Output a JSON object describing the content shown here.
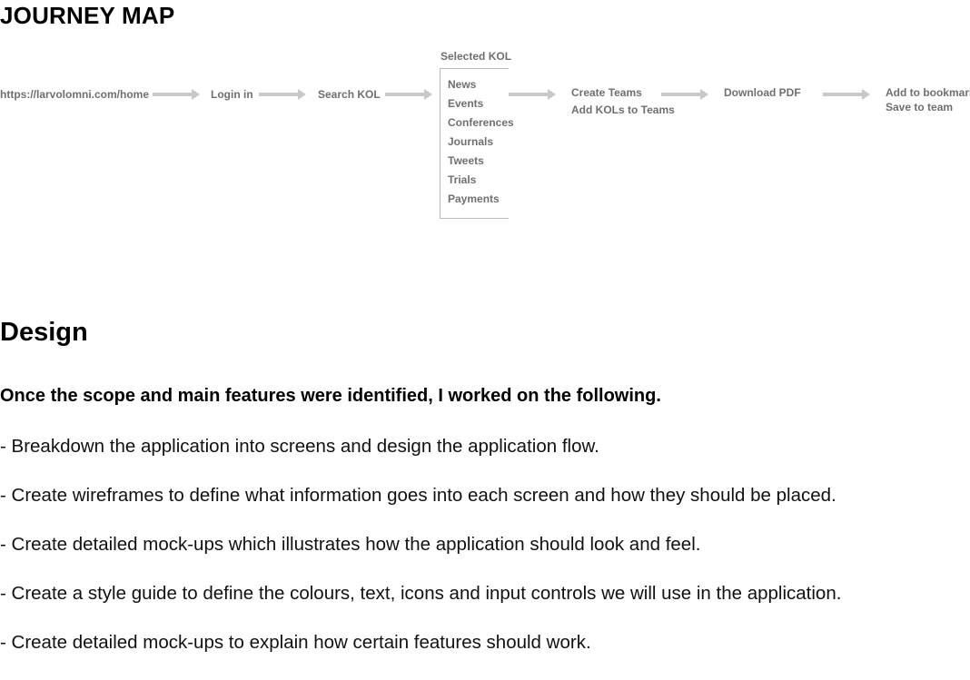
{
  "journey": {
    "title": "JOURNEY MAP",
    "steps": {
      "url": "https://larvolomni.com/home",
      "login": "Login in",
      "search": "Search KOL",
      "teams_1": "Create Teams",
      "teams_2": "Add KOLs to Teams",
      "download": "Download PDF",
      "bookmark_1": "Add to bookmark",
      "bookmark_2": "Save to team"
    },
    "selected_kol": {
      "title": "Selected KOL",
      "items": [
        "News",
        "Events",
        "Conferences",
        "Journals",
        "Tweets",
        "Trials",
        "Payments"
      ]
    },
    "colors": {
      "arrow": "#c8c8c8",
      "step_text": "#6f6f6f",
      "box_border": "#b9b9b9"
    }
  },
  "design": {
    "title": "Design",
    "lead": "Once the scope and main features were identified, I worked on the following.",
    "bullets": [
      "- Breakdown the application into screens and design the application flow.",
      "- Create wireframes to define what information goes into each screen and how they should be placed.",
      "- Create detailed mock-ups which illustrates how the application should look and feel.",
      "- Create a style guide to define the colours, text, icons and input controls we will use in the application.",
      "- Create detailed mock-ups to explain how certain features should work."
    ]
  }
}
